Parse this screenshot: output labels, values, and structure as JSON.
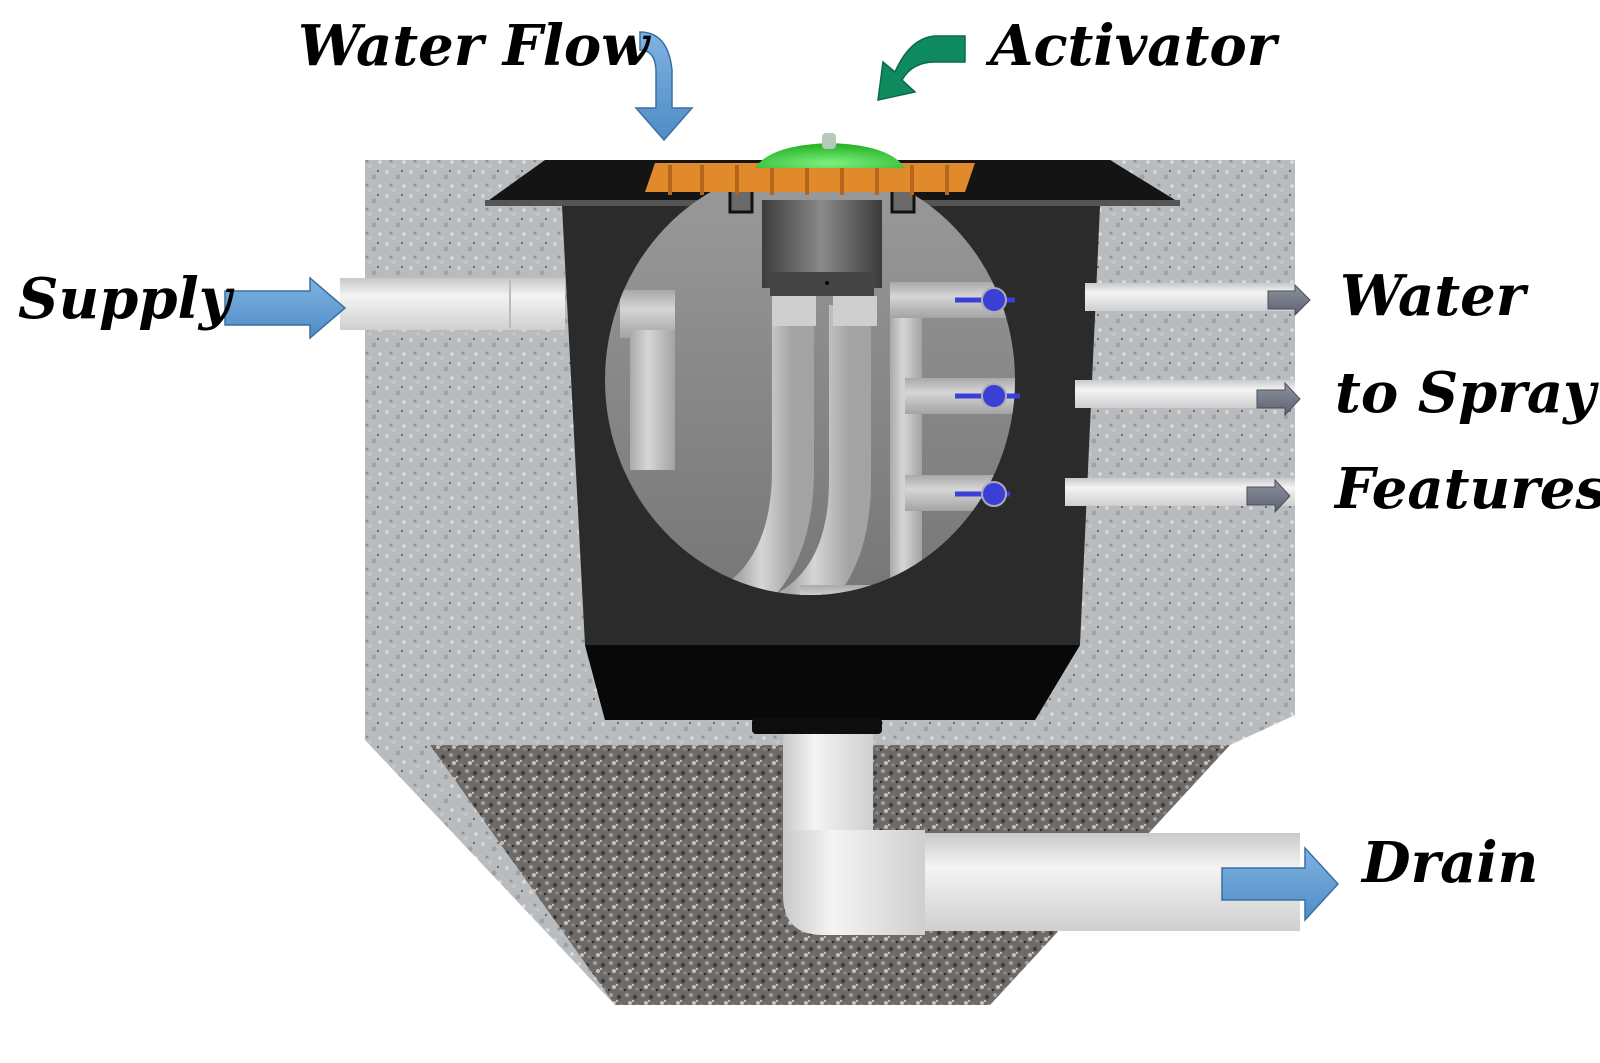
{
  "diagram": {
    "title": "Spray feature water flow diagram",
    "labels": {
      "water_flow": "Water Flow",
      "activator": "Activator",
      "supply": "Supply",
      "outlet_line1": "Water",
      "outlet_line2": "to Spray",
      "outlet_line3": "Features",
      "drain": "Drain"
    },
    "components": [
      "concrete-surround",
      "gravel-base",
      "basin",
      "grate",
      "activator-dome",
      "valve-body",
      "supply-pipe",
      "manifold",
      "ball-valves",
      "outlet-pipes",
      "drain-pipe"
    ],
    "valve_count": 3,
    "colors": {
      "flow_arrow": "#5b9bd5",
      "activator_arrow": "#0f8a5f",
      "outlet_arrow": "#6d7280",
      "activator_dome": "#3fcf3f",
      "grate": "#e08a2c",
      "valve_handle": "#3a3fd6",
      "basin": "#1a1a1a",
      "pipe": "#e6e6e6"
    }
  }
}
